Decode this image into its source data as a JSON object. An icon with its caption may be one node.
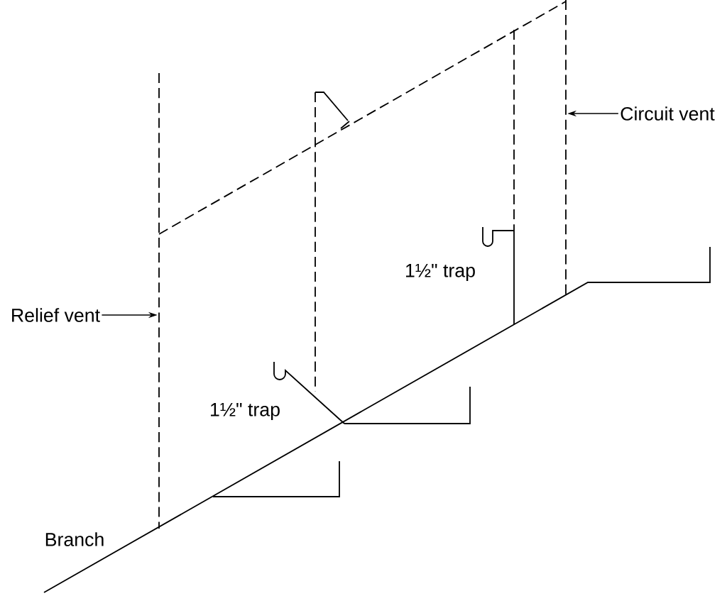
{
  "diagram": {
    "nodes": [
      {
        "text": [
          "Circuit vent"
        ]
      },
      {
        "text": [],
        "shape": "line"
      },
      {
        "text": [
          "Relief vent"
        ]
      },
      {
        "text": [],
        "shape": "line"
      }
    ],
    "edges": [
      {
        "from": 0,
        "to": 3,
        "arrow": "to"
      },
      {
        "from": 2,
        "to": 1,
        "arrow": "to"
      }
    ],
    "labels": [
      "1½\" trap",
      "1½\" trap",
      "Branch"
    ]
  }
}
